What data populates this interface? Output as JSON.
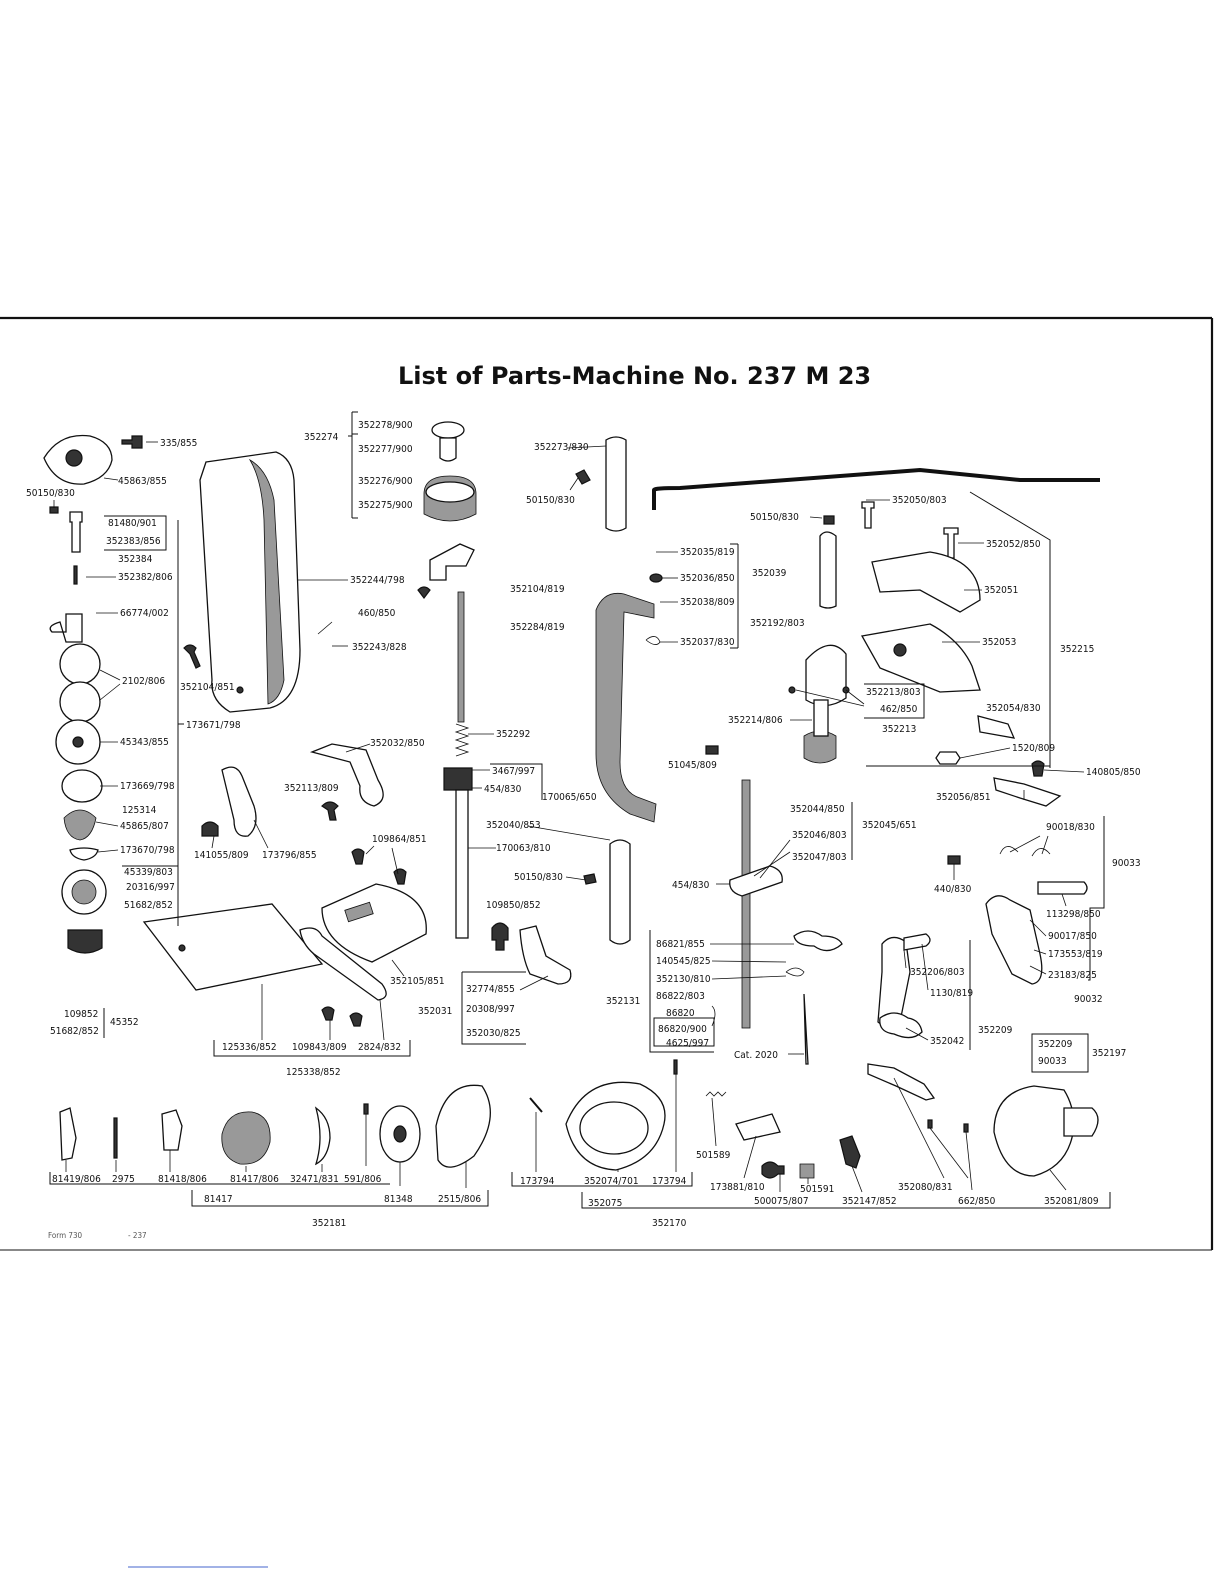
{
  "title": "List of Parts-Machine No. 237 M 23",
  "footer": {
    "form": "Form 730",
    "code": "- 237"
  },
  "labels": [
    {
      "id": "l1",
      "text": "335/855"
    },
    {
      "id": "l2",
      "text": "45863/855"
    },
    {
      "id": "l3",
      "text": "50150/830"
    },
    {
      "id": "l4",
      "text": "81480/901"
    },
    {
      "id": "l5",
      "text": "352383/856"
    },
    {
      "id": "l6",
      "text": "352384"
    },
    {
      "id": "l7",
      "text": "352382/806"
    },
    {
      "id": "l8",
      "text": "66774/002"
    },
    {
      "id": "l9",
      "text": "2102/806"
    },
    {
      "id": "l10",
      "text": "45343/855"
    },
    {
      "id": "l11",
      "text": "173669/798"
    },
    {
      "id": "l12",
      "text": "125314"
    },
    {
      "id": "l13",
      "text": "45865/807"
    },
    {
      "id": "l14",
      "text": "173670/798"
    },
    {
      "id": "l15",
      "text": "45339/803"
    },
    {
      "id": "l16",
      "text": "20316/997"
    },
    {
      "id": "l17",
      "text": "51682/852"
    },
    {
      "id": "l18",
      "text": "109852"
    },
    {
      "id": "l19",
      "text": "51682/852"
    },
    {
      "id": "l20",
      "text": "45352"
    },
    {
      "id": "l21",
      "text": "352104/851"
    },
    {
      "id": "l22",
      "text": "173671/798"
    },
    {
      "id": "l23",
      "text": "352274"
    },
    {
      "id": "l24",
      "text": "352278/900"
    },
    {
      "id": "l25",
      "text": "352277/900"
    },
    {
      "id": "l26",
      "text": "352276/900"
    },
    {
      "id": "l27",
      "text": "352275/900"
    },
    {
      "id": "l28",
      "text": "352244/798"
    },
    {
      "id": "l29",
      "text": "460/850"
    },
    {
      "id": "l30",
      "text": "352243/828"
    },
    {
      "id": "l31",
      "text": "352032/850"
    },
    {
      "id": "l32",
      "text": "352113/809"
    },
    {
      "id": "l33",
      "text": "141055/809"
    },
    {
      "id": "l34",
      "text": "173796/855"
    },
    {
      "id": "l35",
      "text": "109864/851"
    },
    {
      "id": "l36",
      "text": "352105/851"
    },
    {
      "id": "l37",
      "text": "125336/852"
    },
    {
      "id": "l38",
      "text": "109843/809"
    },
    {
      "id": "l39",
      "text": "2824/832"
    },
    {
      "id": "l40",
      "text": "125338/852"
    },
    {
      "id": "l41",
      "text": "352104/819"
    },
    {
      "id": "l42",
      "text": "352284/819"
    },
    {
      "id": "l43",
      "text": "352292"
    },
    {
      "id": "l44",
      "text": "3467/997"
    },
    {
      "id": "l45",
      "text": "454/830"
    },
    {
      "id": "l46",
      "text": "170065/650"
    },
    {
      "id": "l47",
      "text": "352040/853"
    },
    {
      "id": "l48",
      "text": "170063/810"
    },
    {
      "id": "l49",
      "text": "50150/830"
    },
    {
      "id": "l50",
      "text": "109850/852"
    },
    {
      "id": "l51",
      "text": "32774/855"
    },
    {
      "id": "l52",
      "text": "20308/997"
    },
    {
      "id": "l53",
      "text": "352030/825"
    },
    {
      "id": "l54",
      "text": "352031"
    },
    {
      "id": "l55",
      "text": "352273/830"
    },
    {
      "id": "l56",
      "text": "50150/830"
    },
    {
      "id": "l57",
      "text": "352035/819"
    },
    {
      "id": "l58",
      "text": "352036/850"
    },
    {
      "id": "l59",
      "text": "352038/809"
    },
    {
      "id": "l60",
      "text": "352037/830"
    },
    {
      "id": "l61",
      "text": "352039"
    },
    {
      "id": "l62",
      "text": "51045/809"
    },
    {
      "id": "l63",
      "text": "50150/830"
    },
    {
      "id": "l64",
      "text": "352050/803"
    },
    {
      "id": "l65",
      "text": "352052/850"
    },
    {
      "id": "l66",
      "text": "352051"
    },
    {
      "id": "l67",
      "text": "352192/803"
    },
    {
      "id": "l68",
      "text": "352053"
    },
    {
      "id": "l69",
      "text": "352215"
    },
    {
      "id": "l70",
      "text": "352213/803"
    },
    {
      "id": "l71",
      "text": "462/850"
    },
    {
      "id": "l72",
      "text": "352213"
    },
    {
      "id": "l73",
      "text": "352214/806"
    },
    {
      "id": "l74",
      "text": "352054/830"
    },
    {
      "id": "l75",
      "text": "1520/809"
    },
    {
      "id": "l76",
      "text": "140805/850"
    },
    {
      "id": "l77",
      "text": "352056/851"
    },
    {
      "id": "l78",
      "text": "352044/850"
    },
    {
      "id": "l79",
      "text": "352046/803"
    },
    {
      "id": "l80",
      "text": "352047/803"
    },
    {
      "id": "l81",
      "text": "352045/651"
    },
    {
      "id": "l82",
      "text": "454/830"
    },
    {
      "id": "l83",
      "text": "90018/830"
    },
    {
      "id": "l84",
      "text": "90033"
    },
    {
      "id": "l85",
      "text": "440/830"
    },
    {
      "id": "l86",
      "text": "113298/850"
    },
    {
      "id": "l87",
      "text": "90017/850"
    },
    {
      "id": "l88",
      "text": "173553/819"
    },
    {
      "id": "l89",
      "text": "23183/825"
    },
    {
      "id": "l90",
      "text": "90032"
    },
    {
      "id": "l91",
      "text": "86821/855"
    },
    {
      "id": "l92",
      "text": "140545/825"
    },
    {
      "id": "l93",
      "text": "352130/810"
    },
    {
      "id": "l94",
      "text": "86822/803"
    },
    {
      "id": "l95",
      "text": "86820"
    },
    {
      "id": "l96",
      "text": "86820/900"
    },
    {
      "id": "l97",
      "text": "4625/997"
    },
    {
      "id": "l98",
      "text": "352131"
    },
    {
      "id": "l99",
      "text": "Cat. 2020"
    },
    {
      "id": "l100",
      "text": "352206/803"
    },
    {
      "id": "l101",
      "text": "1130/819"
    },
    {
      "id": "l102",
      "text": "352042"
    },
    {
      "id": "l103",
      "text": "352209"
    },
    {
      "id": "l104",
      "text": "352209"
    },
    {
      "id": "l105",
      "text": "90033"
    },
    {
      "id": "l106",
      "text": "352197"
    },
    {
      "id": "l107",
      "text": "81419/806"
    },
    {
      "id": "l108",
      "text": "2975"
    },
    {
      "id": "l109",
      "text": "81418/806"
    },
    {
      "id": "l110",
      "text": "81417/806"
    },
    {
      "id": "l111",
      "text": "32471/831"
    },
    {
      "id": "l112",
      "text": "591/806"
    },
    {
      "id": "l113",
      "text": "81417"
    },
    {
      "id": "l114",
      "text": "81348"
    },
    {
      "id": "l115",
      "text": "2515/806"
    },
    {
      "id": "l116",
      "text": "352181"
    },
    {
      "id": "l117",
      "text": "173794"
    },
    {
      "id": "l118",
      "text": "352074/701"
    },
    {
      "id": "l119",
      "text": "173794"
    },
    {
      "id": "l120",
      "text": "352075"
    },
    {
      "id": "l121",
      "text": "501589"
    },
    {
      "id": "l122",
      "text": "173881/810"
    },
    {
      "id": "l123",
      "text": "500075/807"
    },
    {
      "id": "l124",
      "text": "501591"
    },
    {
      "id": "l125",
      "text": "352147/852"
    },
    {
      "id": "l126",
      "text": "352080/831"
    },
    {
      "id": "l127",
      "text": "662/850"
    },
    {
      "id": "l128",
      "text": "352081/809"
    },
    {
      "id": "l129",
      "text": "352170"
    }
  ]
}
